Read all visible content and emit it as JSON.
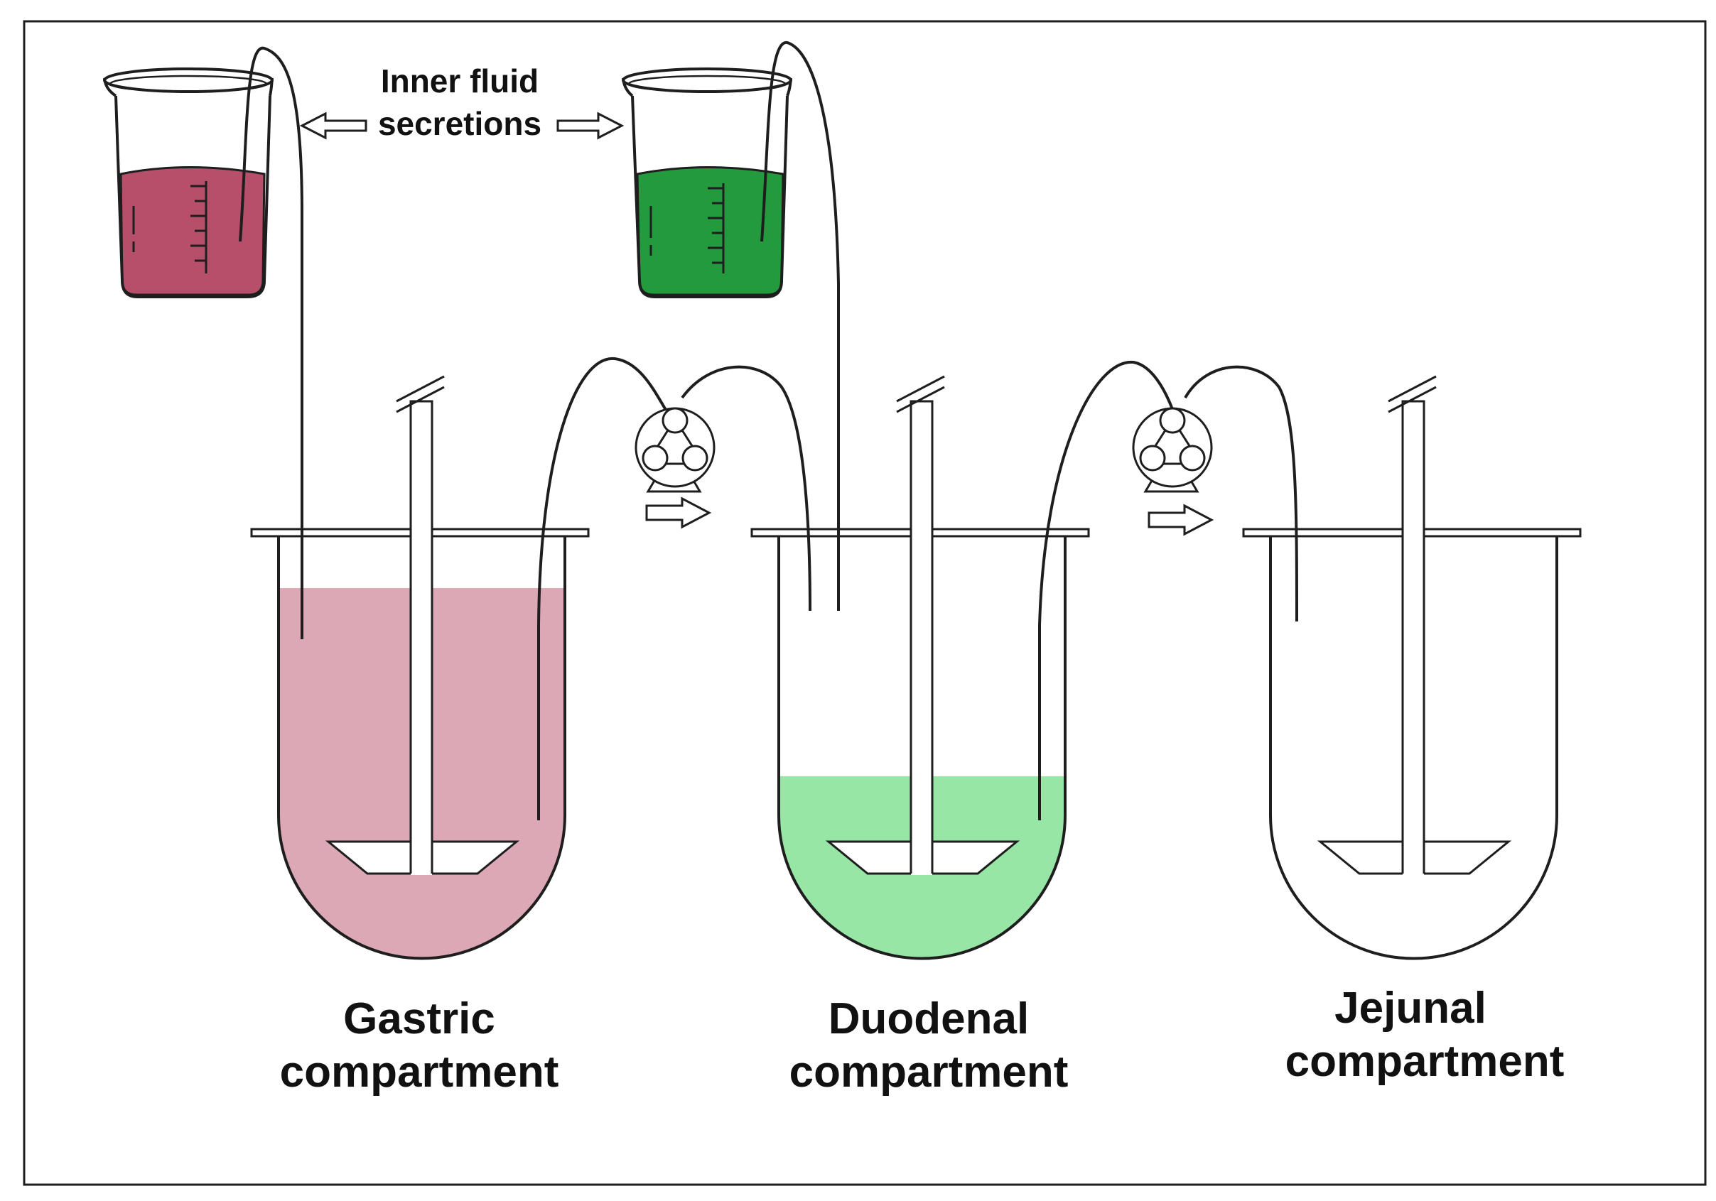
{
  "diagram": {
    "labels": {
      "inner_fluid_line1": "Inner fluid",
      "inner_fluid_line2": "secretions",
      "gastric_line1": "Gastric",
      "gastric_line2": "compartment",
      "duodenal_line1": "Duodenal",
      "duodenal_line2": "compartment",
      "jejunal_line1": "Jejunal",
      "jejunal_line2": "compartment"
    },
    "colors": {
      "gastric_beaker_fluid": "#b64f6a",
      "duodenal_beaker_fluid": "#239a3e",
      "gastric_vessel_fluid": "#dca8b6",
      "duodenal_vessel_fluid": "#97e6a6",
      "stroke": "#1e1e1e"
    },
    "icons": {
      "pump": "peristaltic-pump-icon",
      "flow_arrow": "right-arrow-icon",
      "double_arrow": "left-right-arrow-icon",
      "stirrer": "stirrer-paddle-icon",
      "beaker": "beaker-icon"
    }
  }
}
